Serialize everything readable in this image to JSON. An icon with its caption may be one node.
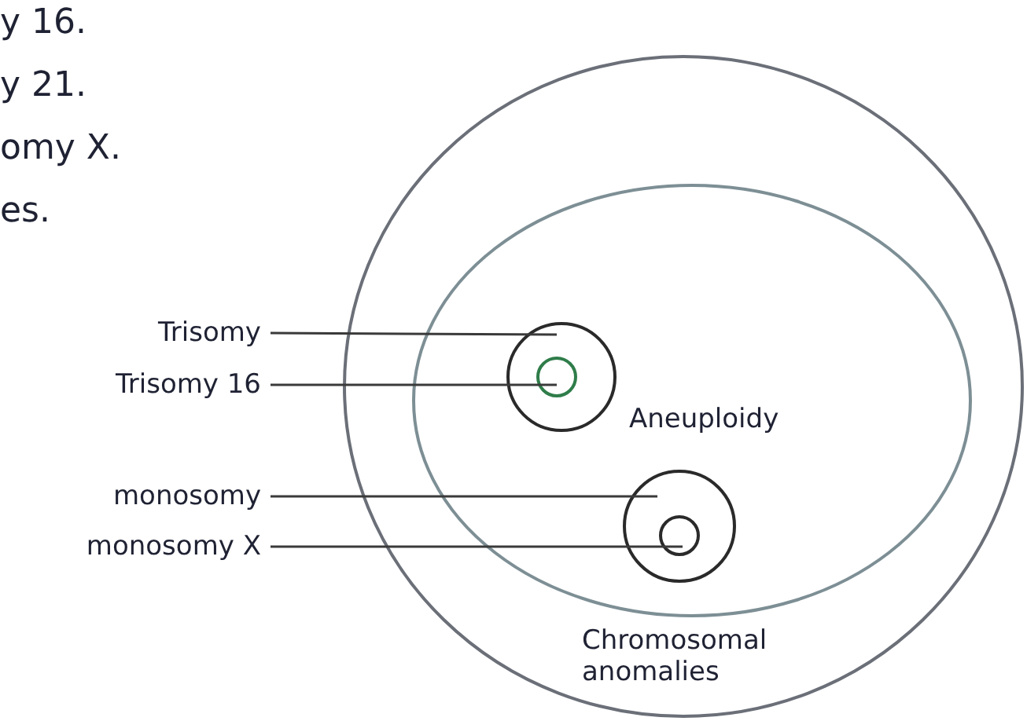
{
  "diagram": {
    "nodes": [
      {
        "text": [
          "Chromosomal anomalies"
        ]
      },
      {
        "text": [
          "Aneuploidy"
        ],
        "in": 0
      },
      {
        "text": [],
        "shape": "circle",
        "in": 1
      },
      {
        "text": [],
        "shape": "circle",
        "in": 2
      },
      {
        "text": [],
        "shape": "circle",
        "in": 1
      },
      {
        "text": [],
        "shape": "circle",
        "in": 4
      },
      {
        "text": [
          "Trisomy"
        ]
      },
      {
        "text": [
          "Trisomy 16"
        ]
      },
      {
        "text": [
          "monosomy"
        ]
      },
      {
        "text": [
          "monosomy X"
        ]
      }
    ],
    "edges": [
      {
        "from": 6,
        "to": 2,
        "arrow": "none"
      },
      {
        "from": 7,
        "to": 3,
        "arrow": "none"
      },
      {
        "from": 8,
        "to": 4,
        "arrow": "none"
      },
      {
        "from": 9,
        "to": 5,
        "arrow": "none"
      }
    ],
    "labels": [
      "y 16.",
      "y 21.",
      "omy X.",
      "es."
    ]
  }
}
